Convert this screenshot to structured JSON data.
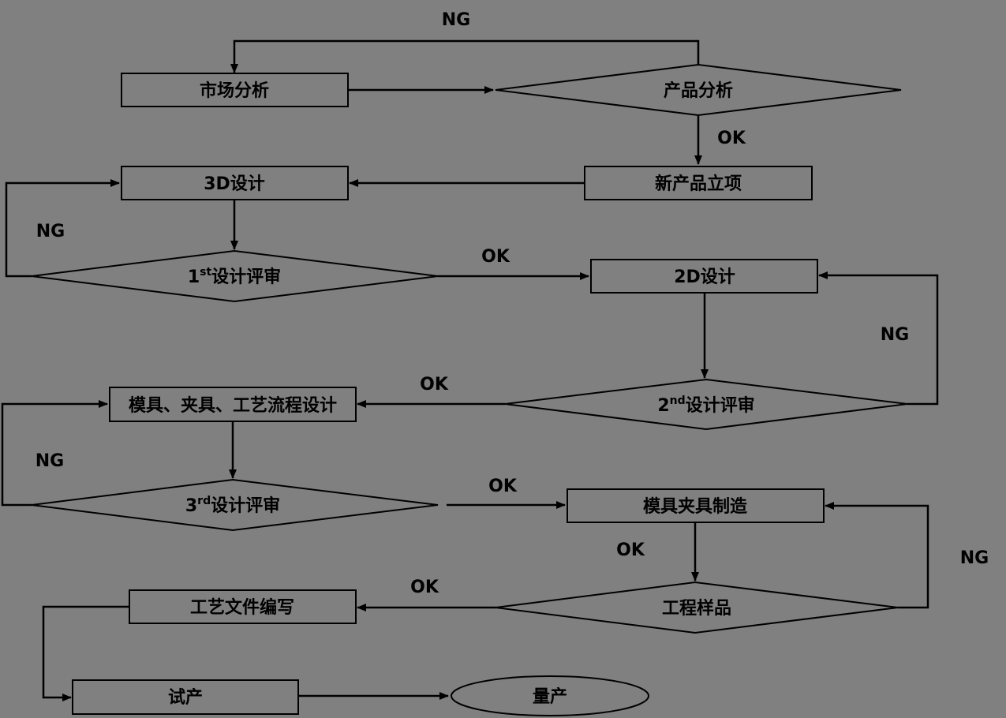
{
  "nodes": {
    "market": "市场分析",
    "product": "产品分析",
    "newproject": "新产品立项",
    "design3d": "3D设计",
    "review1_num": "1",
    "review1_sup": "st",
    "review1_text": "设计评审",
    "design2d": "2D设计",
    "review2_num": "2",
    "review2_sup": "nd",
    "review2_text": "设计评审",
    "mold_design": "模具、夹具、工艺流程设计",
    "review3_num": "3",
    "review3_sup": "rd",
    "review3_text": "设计评审",
    "mold_make": "模具夹具制造",
    "sample": "工程样品",
    "docs": "工艺文件编写",
    "trial": "试产",
    "mass": "量产"
  },
  "edges": {
    "ng_top": "NG",
    "ok_product": "OK",
    "ng_review1": "NG",
    "ok_review1": "OK",
    "ng_review2": "NG",
    "ok_review2": "OK",
    "ng_review3": "NG",
    "ok_review3": "OK",
    "ok_mold": "OK",
    "ng_sample": "NG",
    "ok_sample": "OK"
  }
}
